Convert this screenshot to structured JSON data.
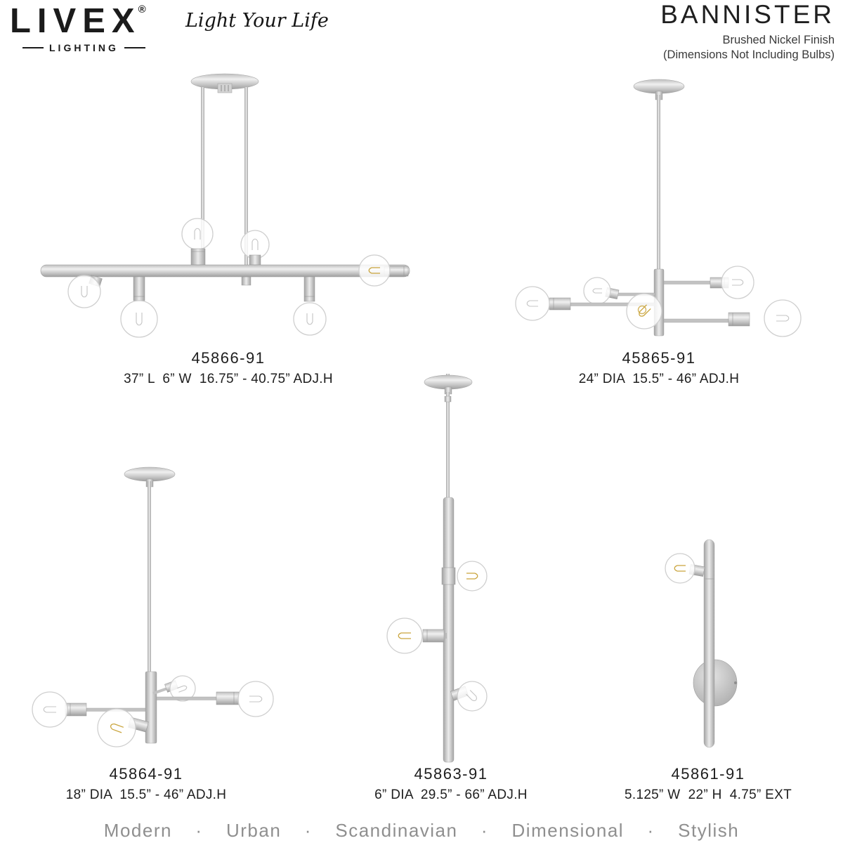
{
  "brand": {
    "name": "LIVEX",
    "registered": "®",
    "subtitle": "LIGHTING",
    "slogan": "Light Your Life"
  },
  "collection": {
    "name": "BANNISTER",
    "finish": "Brushed Nickel Finish",
    "note": "(Dimensions Not Including Bulbs)"
  },
  "products": [
    {
      "code": "45866-91",
      "dimensions": "37” L  6” W  16.75” - 40.75” ADJ.H",
      "lights": 6,
      "kind": "linear chandelier"
    },
    {
      "code": "45865-91",
      "dimensions": "24” DIA  15.5” - 46” ADJ.H",
      "lights": 5,
      "kind": "chandelier"
    },
    {
      "code": "45864-91",
      "dimensions": "18” DIA  15.5” - 46” ADJ.H",
      "lights": 4,
      "kind": "chandelier"
    },
    {
      "code": "45863-91",
      "dimensions": "6” DIA  29.5” - 66” ADJ.H",
      "lights": 3,
      "kind": "pendant"
    },
    {
      "code": "45861-91",
      "dimensions": "5.125” W  22” H  4.75” EXT",
      "lights": 1,
      "kind": "wall sconce"
    }
  ],
  "tagline": "Modern  ·  Urban  ·  Scandinavian  ·  Dimensional  ·  Stylish",
  "colors": {
    "metal": "#c9c9c9",
    "text": "#1f1f1f",
    "secondary_text": "#3a3a3a",
    "tagline": "#8f8f8f",
    "filament_gold": "#c9a43c",
    "background": "#ffffff"
  }
}
